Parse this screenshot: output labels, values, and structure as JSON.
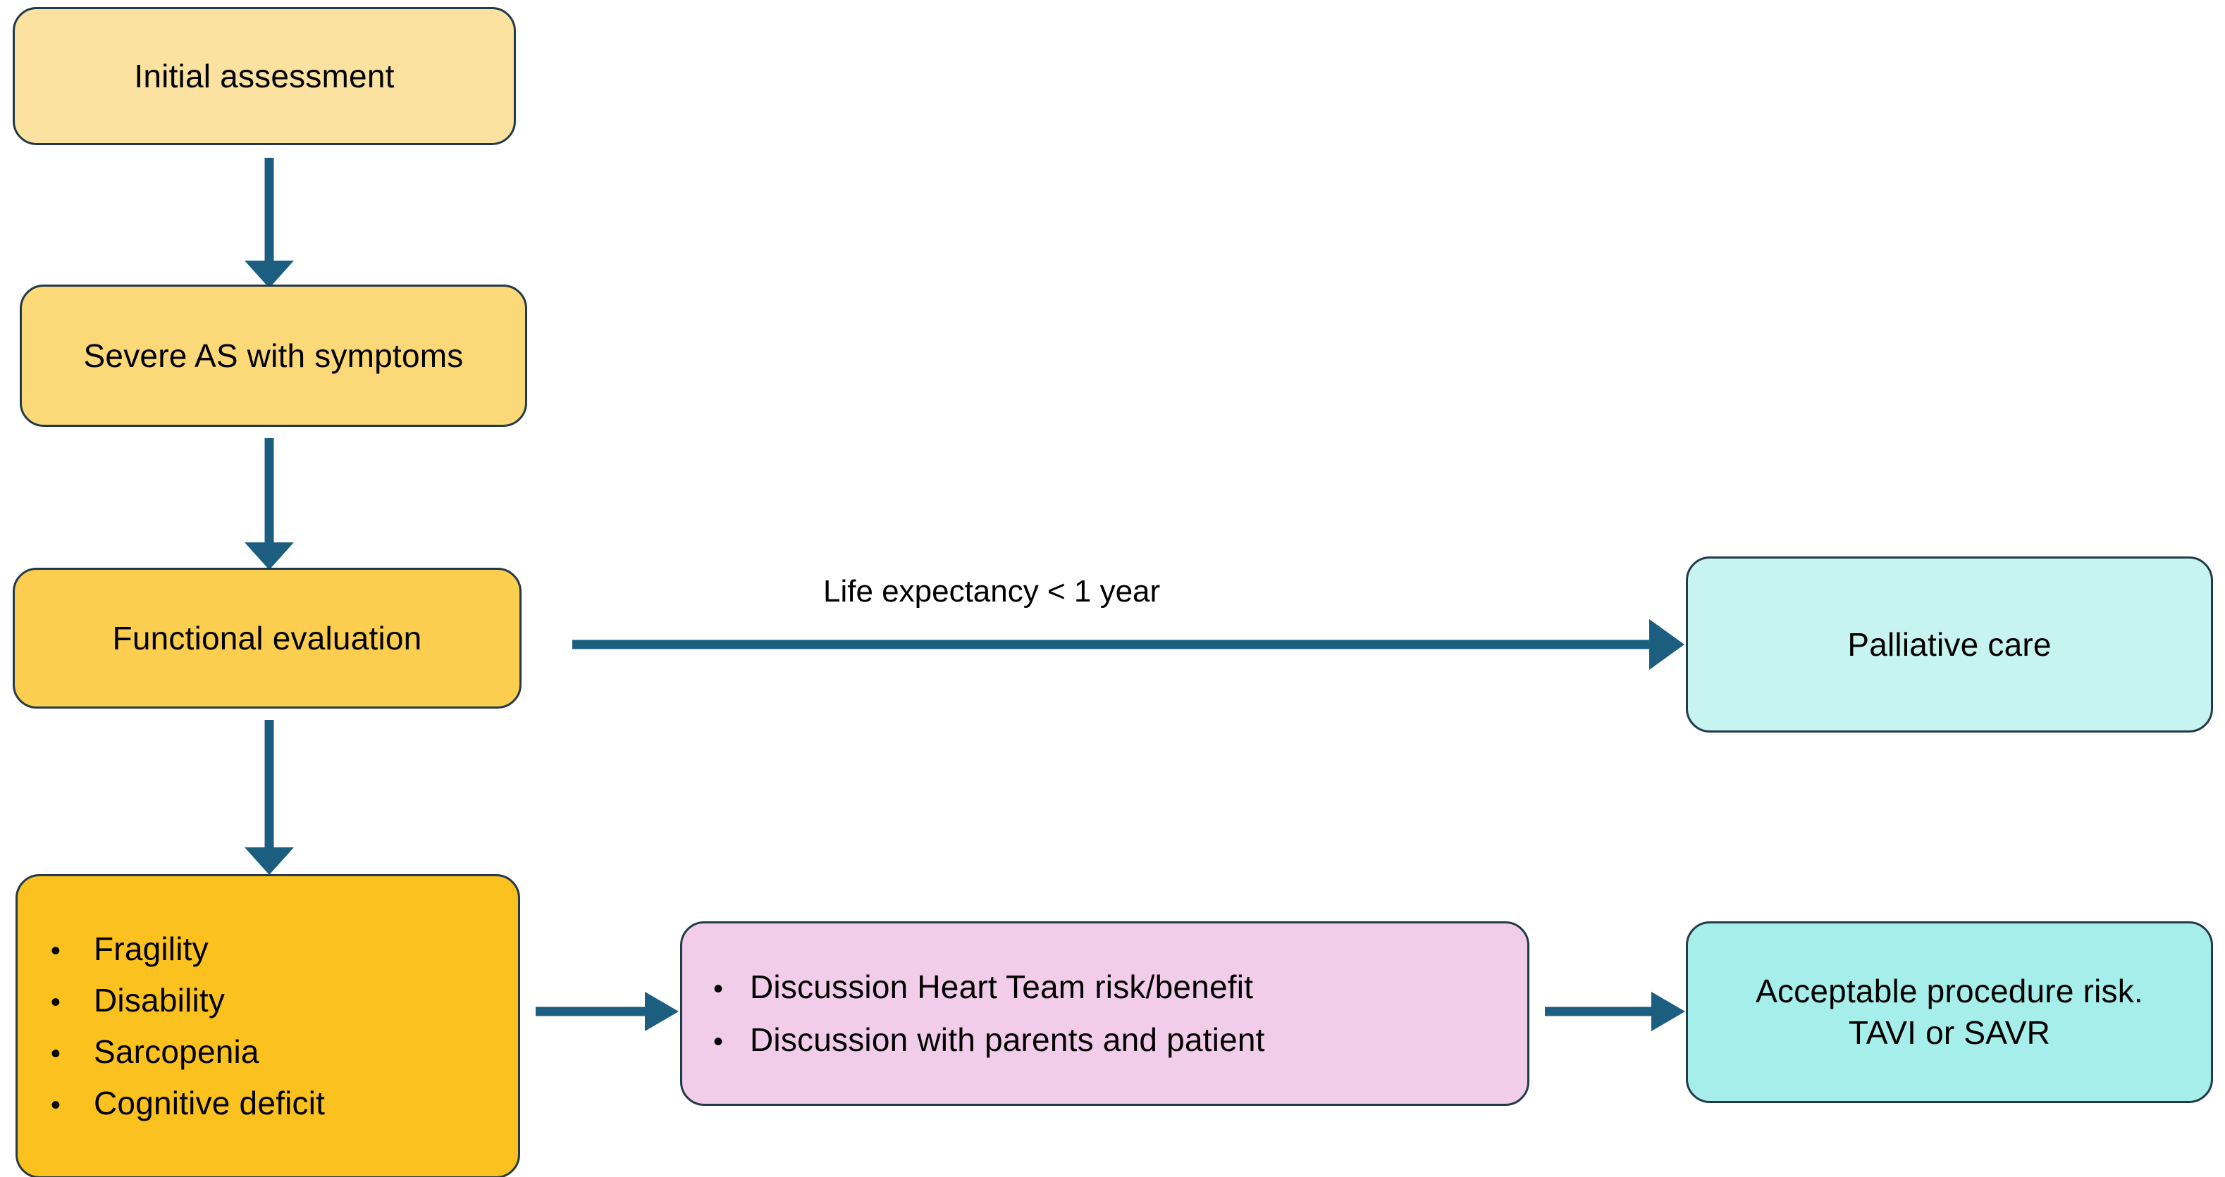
{
  "diagram": {
    "title": "Severe aortic stenosis management pathway",
    "type": "flowchart",
    "colors": {
      "arrow": "#1B5E80",
      "node_border": "#223A4A",
      "initial_assessment_fill": "#FBE2A0",
      "severe_as_fill": "#FBD878",
      "functional_evaluation_fill": "#FBCE50",
      "geriatric_domains_fill": "#FAC11F",
      "heart_team_fill": "#F1CDE9",
      "palliative_care_fill": "#C7F3F1",
      "acceptable_risk_fill": "#A6EEE9",
      "text": "#000000",
      "background": "#FFFFFF"
    },
    "nodes": {
      "initial_assessment": {
        "label": "Initial assessment"
      },
      "severe_as": {
        "label": "Severe AS with symptoms"
      },
      "functional_evaluation": {
        "label": "Functional evaluation"
      },
      "geriatric_domains": {
        "bullet": "•",
        "items": [
          "Fragility",
          "Disability",
          "Sarcopenia",
          "Cognitive deficit"
        ]
      },
      "heart_team": {
        "bullet": "•",
        "items": [
          "Discussion Heart Team risk/benefit",
          "Discussion with parents  and patient"
        ]
      },
      "palliative_care": {
        "label": "Palliative care"
      },
      "acceptable_risk": {
        "line1": "Acceptable procedure risk.",
        "line2": "TAVI or SAVR"
      }
    },
    "edges": [
      {
        "name": "initial-to-severe",
        "label": "",
        "direction": "down"
      },
      {
        "name": "severe-to-functional",
        "label": "",
        "direction": "down"
      },
      {
        "name": "functional-to-palliative",
        "label": "Life expectancy < 1 year",
        "direction": "right"
      },
      {
        "name": "functional-to-geriatric",
        "label": "",
        "direction": "down"
      },
      {
        "name": "geriatric-to-heart-team",
        "label": "",
        "direction": "right"
      },
      {
        "name": "heart-team-to-acceptable-risk",
        "label": "",
        "direction": "right"
      }
    ]
  }
}
